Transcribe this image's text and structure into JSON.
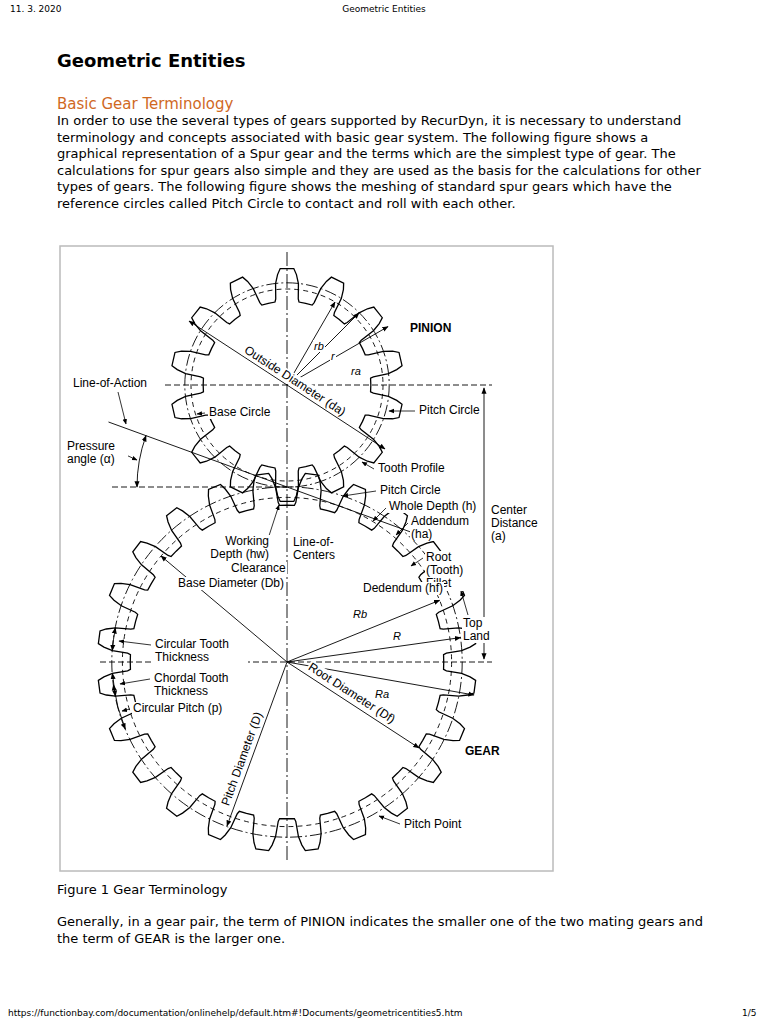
{
  "diagram": {
    "title": "Geometric Entities",
    "caption": "Figure 1 Gear Terminology",
    "labels": [
      "11. 3. 2020",
      "Geometric Entities",
      "Basic Gear Terminology",
      "In order to use the several types of gears supported by RecurDyn, it is necessary to understand terminology and concepts associated with basic gear system. The following figure shows a graphical representation of a Spur gear and the terms which are the simplest type of gear. The calculations for spur gears also simple and they are used as the basis for the calculations for other types of gears. The following figure shows the meshing of standard spur gears which have the reference circles called Pitch Circle to contact and roll with each other.",
      "PINION",
      "Line-of-Action",
      "rb",
      "r",
      "ra",
      "Outside Diameter (da)",
      "Base Circle",
      "Pitch Circle",
      "Pressure angle (α)",
      "Tooth Profile",
      "Pitch Circle",
      "Whole Depth (h)",
      "Center Distance (a)",
      "Addendum (ha)",
      "Working Depth (hw)",
      "Line-of-Centers",
      "Clearance",
      "Root (Tooth) Fillet",
      "Base Diameter (Db)",
      "Dedendum (hf)",
      "Rb",
      "Top Land",
      "R",
      "Circular Tooth Thickness",
      "Chordal Tooth Thickness",
      "Ra",
      "Circular Pitch (p)",
      "Root Diameter (Df)",
      "Pitch Diameter (D)",
      "GEAR",
      "Pitch Point",
      "Generally, in a gear pair, the term of PINION indicates the smaller one of the two mating gears and the term of GEAR is the larger one.",
      "https://functionbay.com/documentation/onlinehelp/default.htm#!Documents/geometricentities5.htm",
      "1/5"
    ]
  }
}
